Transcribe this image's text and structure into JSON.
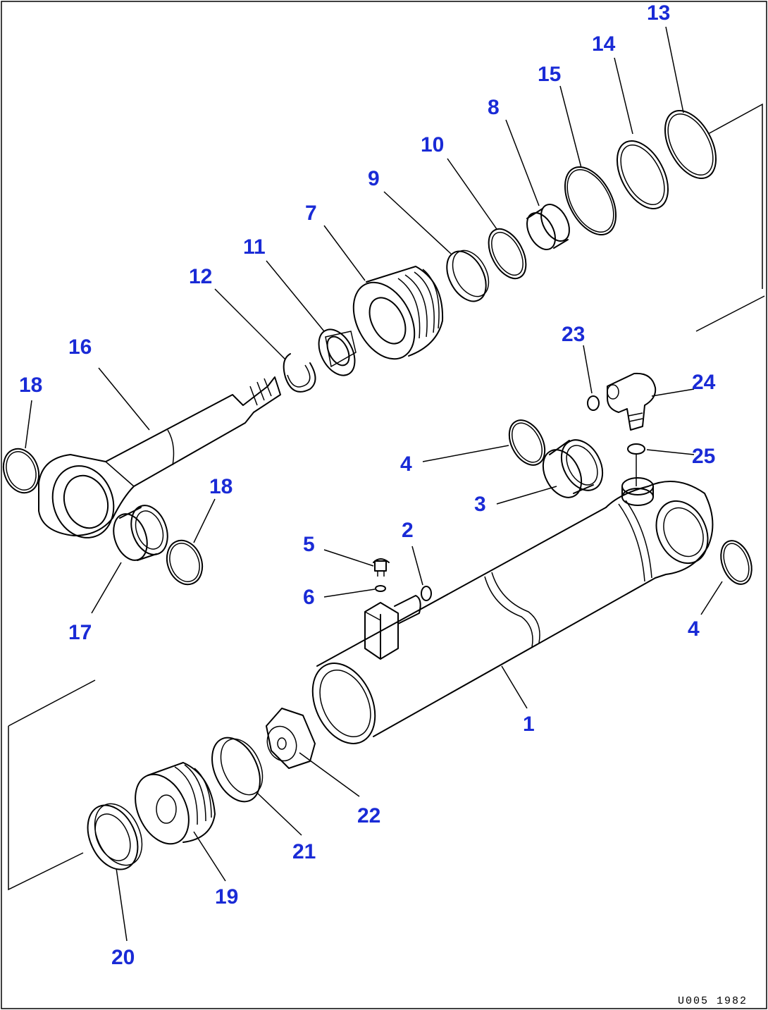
{
  "drawing_code": "U005 1982",
  "colors": {
    "label": "#1a2bd6",
    "line": "#000000",
    "background": "#ffffff"
  },
  "parts": [
    {
      "id": "p13",
      "label": "13"
    },
    {
      "id": "p14",
      "label": "14"
    },
    {
      "id": "p15",
      "label": "15"
    },
    {
      "id": "p8",
      "label": "8"
    },
    {
      "id": "p10",
      "label": "10"
    },
    {
      "id": "p9",
      "label": "9"
    },
    {
      "id": "p7",
      "label": "7"
    },
    {
      "id": "p11",
      "label": "11"
    },
    {
      "id": "p12",
      "label": "12"
    },
    {
      "id": "p16",
      "label": "16"
    },
    {
      "id": "p18a",
      "label": "18"
    },
    {
      "id": "p18b",
      "label": "18"
    },
    {
      "id": "p17",
      "label": "17"
    },
    {
      "id": "p23",
      "label": "23"
    },
    {
      "id": "p24",
      "label": "24"
    },
    {
      "id": "p25",
      "label": "25"
    },
    {
      "id": "p4a",
      "label": "4"
    },
    {
      "id": "p3",
      "label": "3"
    },
    {
      "id": "p2",
      "label": "2"
    },
    {
      "id": "p5",
      "label": "5"
    },
    {
      "id": "p6",
      "label": "6"
    },
    {
      "id": "p4b",
      "label": "4"
    },
    {
      "id": "p1",
      "label": "1"
    },
    {
      "id": "p22",
      "label": "22"
    },
    {
      "id": "p21",
      "label": "21"
    },
    {
      "id": "p19",
      "label": "19"
    },
    {
      "id": "p20",
      "label": "20"
    }
  ]
}
